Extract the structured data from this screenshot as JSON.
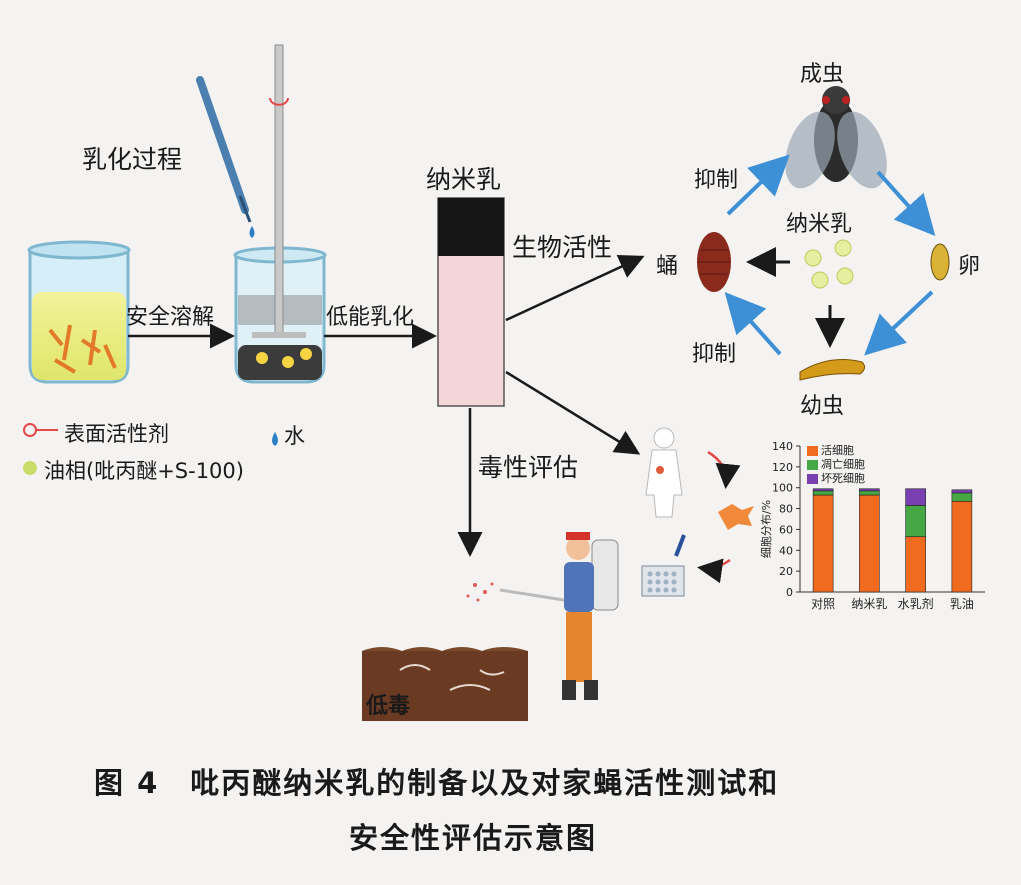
{
  "diagram": {
    "labels": {
      "emulsify_process": "乳化过程",
      "safe_dissolve": "安全溶解",
      "low_energy": "低能乳化",
      "nanoemulsion": "纳米乳",
      "bioactivity": "生物活性",
      "toxicity_eval": "毒性评估",
      "low_toxicity": "低毒"
    },
    "legend": {
      "surfactant": "表面活性剂",
      "water": "水",
      "oil_phase": "油相(吡丙醚+S-100)"
    },
    "lifecycle": {
      "adult": "成虫",
      "egg": "卵",
      "larva": "幼虫",
      "pupa": "蛹",
      "inhibit_top": "抑制",
      "inhibit_bottom": "抑制",
      "center": "纳米乳"
    },
    "colors": {
      "beaker_liquid": "#e9ec77",
      "arrow_blue": "#3d8fd6",
      "fly_body": "#2b2b2b",
      "pupa": "#8a2a1c",
      "soil": "#6b3a22",
      "nanoemulsion_fill": "#f4d5d8"
    }
  },
  "chart_data": {
    "type": "bar",
    "stacked": true,
    "categories": [
      "对照",
      "纳米乳",
      "水乳剂",
      "乳油"
    ],
    "series": [
      {
        "name": "活细胞",
        "color": "#f06a1f",
        "values": [
          93,
          93,
          53,
          87
        ]
      },
      {
        "name": "凋亡细胞",
        "color": "#45a845",
        "values": [
          4,
          4,
          30,
          8
        ]
      },
      {
        "name": "坏死细胞",
        "color": "#7a3fb0",
        "values": [
          2,
          2,
          16,
          3
        ]
      }
    ],
    "ylabel": "细胞分布/%",
    "ylim": [
      0,
      140
    ],
    "yticks": [
      0,
      20,
      40,
      60,
      80,
      100,
      120,
      140
    ],
    "legend_position": "top-left"
  },
  "caption": {
    "line1": "图 4　吡丙醚纳米乳的制备以及对家蝇活性测试和",
    "line2": "安全性评估示意图"
  }
}
